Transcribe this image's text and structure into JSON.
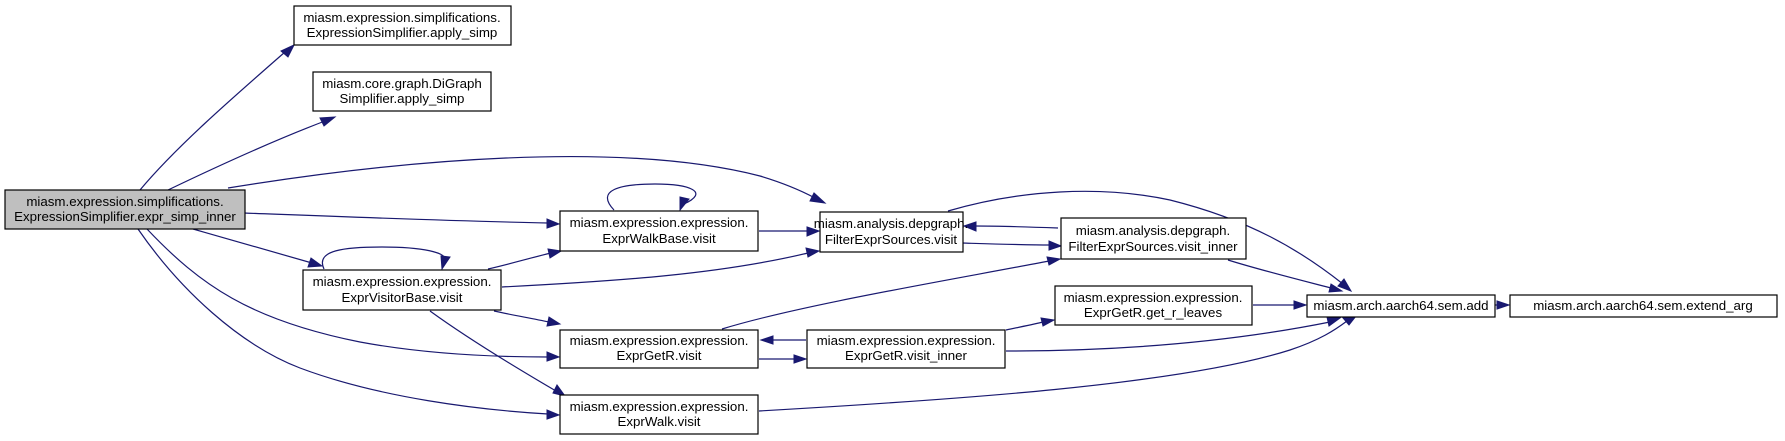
{
  "graph": {
    "edge_color": "#191970",
    "root_fill": "#bfbfbf",
    "nodes": [
      {
        "id": "root",
        "lines": [
          "miasm.expression.simplifications.",
          "ExpressionSimplifier.expr_simp_inner"
        ],
        "root": true
      },
      {
        "id": "apply_simp",
        "lines": [
          "miasm.expression.simplifications.",
          "ExpressionSimplifier.apply_simp"
        ]
      },
      {
        "id": "digraph",
        "lines": [
          "miasm.core.graph.DiGraph",
          "Simplifier.apply_simp"
        ]
      },
      {
        "id": "visitorbase",
        "lines": [
          "miasm.expression.expression.",
          "ExprVisitorBase.visit"
        ]
      },
      {
        "id": "walkbase",
        "lines": [
          "miasm.expression.expression.",
          "ExprWalkBase.visit"
        ]
      },
      {
        "id": "getr",
        "lines": [
          "miasm.expression.expression.",
          "ExprGetR.visit"
        ]
      },
      {
        "id": "walk",
        "lines": [
          "miasm.expression.expression.",
          "ExprWalk.visit"
        ]
      },
      {
        "id": "filter",
        "lines": [
          "miasm.analysis.depgraph.",
          "FilterExprSources.visit"
        ]
      },
      {
        "id": "filter_inner",
        "lines": [
          "miasm.analysis.depgraph.",
          "FilterExprSources.visit_inner"
        ]
      },
      {
        "id": "getr_inner",
        "lines": [
          "miasm.expression.expression.",
          "ExprGetR.visit_inner"
        ]
      },
      {
        "id": "leaves",
        "lines": [
          "miasm.expression.expression.",
          "ExprGetR.get_r_leaves"
        ]
      },
      {
        "id": "add",
        "lines": [
          "miasm.arch.aarch64.sem.add"
        ]
      },
      {
        "id": "extend",
        "lines": [
          "miasm.arch.aarch64.sem.extend_arg"
        ]
      }
    ],
    "edges": [
      {
        "from": "root",
        "to": "apply_simp"
      },
      {
        "from": "root",
        "to": "digraph"
      },
      {
        "from": "root",
        "to": "filter"
      },
      {
        "from": "root",
        "to": "walkbase"
      },
      {
        "from": "root",
        "to": "visitorbase"
      },
      {
        "from": "root",
        "to": "getr"
      },
      {
        "from": "root",
        "to": "walk"
      },
      {
        "from": "walkbase",
        "to": "walkbase"
      },
      {
        "from": "walkbase",
        "to": "filter"
      },
      {
        "from": "visitorbase",
        "to": "visitorbase"
      },
      {
        "from": "visitorbase",
        "to": "walkbase"
      },
      {
        "from": "visitorbase",
        "to": "filter"
      },
      {
        "from": "visitorbase",
        "to": "getr"
      },
      {
        "from": "visitorbase",
        "to": "walk"
      },
      {
        "from": "filter",
        "to": "filter_inner"
      },
      {
        "from": "filter",
        "to": "add"
      },
      {
        "from": "filter_inner",
        "to": "filter"
      },
      {
        "from": "filter_inner",
        "to": "add"
      },
      {
        "from": "getr",
        "to": "filter_inner"
      },
      {
        "from": "getr",
        "to": "getr_inner"
      },
      {
        "from": "getr_inner",
        "to": "getr"
      },
      {
        "from": "getr_inner",
        "to": "leaves"
      },
      {
        "from": "getr_inner",
        "to": "add"
      },
      {
        "from": "leaves",
        "to": "add"
      },
      {
        "from": "walk",
        "to": "add"
      },
      {
        "from": "add",
        "to": "extend"
      }
    ]
  }
}
